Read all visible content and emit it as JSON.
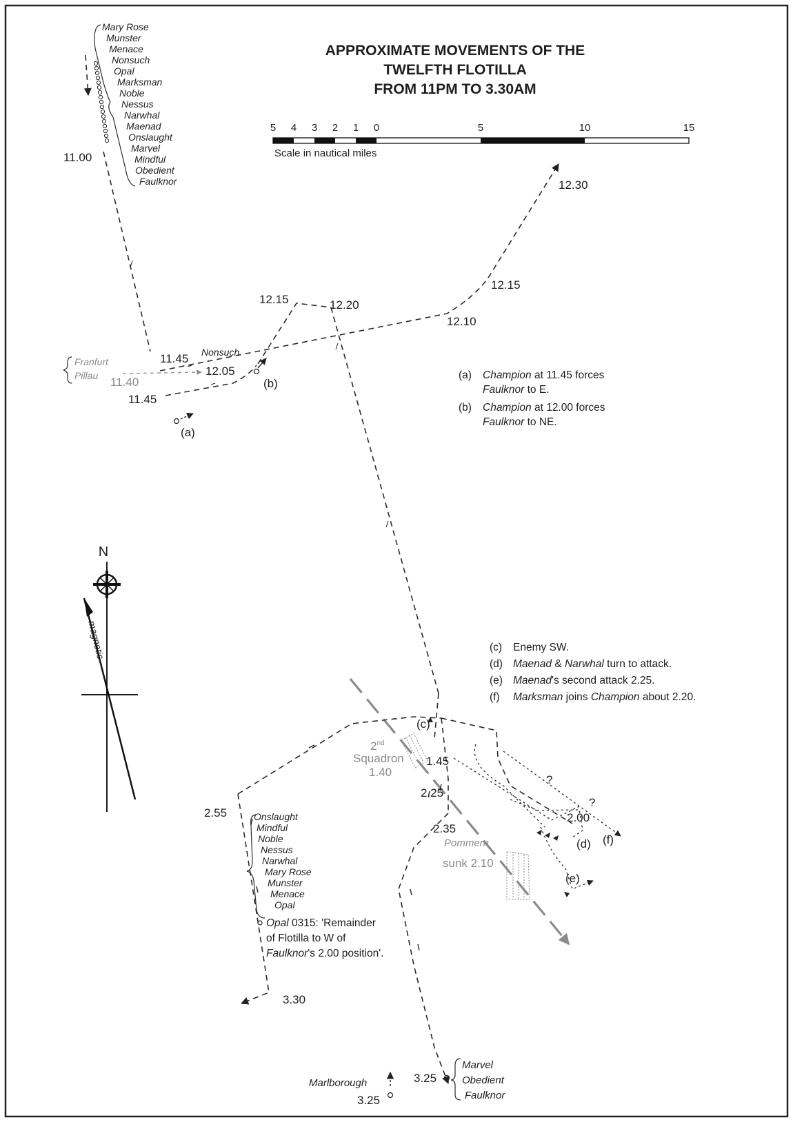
{
  "title": {
    "line1": "APPROXIMATE MOVEMENTS OF THE",
    "line2": "TWELFTH FLOTILLA",
    "line3": "FROM 11PM TO 3.30AM"
  },
  "scale": {
    "caption": "Scale in nautical miles",
    "ticks": [
      "5",
      "4",
      "3",
      "2",
      "1",
      "0",
      "5",
      "10",
      "15"
    ]
  },
  "compass": {
    "north": "N",
    "magnetic": "magnetic"
  },
  "column_start": {
    "ships": [
      "Mary Rose",
      "Munster",
      "Menace",
      "Nonsuch",
      "Opal",
      "Marksman",
      "Noble",
      "Nessus",
      "Narwhal",
      "Maenad",
      "Onslaught",
      "Marvel",
      "Mindful",
      "Obedient",
      "Faulknor"
    ],
    "time": "11.00"
  },
  "enemy_north": {
    "ships": [
      "Franfurt",
      "Pillau"
    ],
    "time": "11.40"
  },
  "times": {
    "t1145a": "11.45",
    "t1145b": "11.45",
    "nonsuch": "Nonsuch",
    "t1205": "12.05",
    "t1215a": "12.15",
    "t1220": "12.20",
    "t1210": "12.10",
    "t1215b": "12.15",
    "t1230": "12.30",
    "t255": "2.55",
    "t145": "1.45",
    "t225": "2.25",
    "t235": "2.35",
    "t200": "2.00",
    "t330": "3.30",
    "t325a": "3.25",
    "t325b": "3.25"
  },
  "markers": {
    "a": "(a)",
    "b": "(b)",
    "c": "(c)",
    "d": "(d)",
    "e": "(e)",
    "f": "(f)",
    "q1": "?",
    "q2": "?"
  },
  "notes_top": [
    {
      "key": "(a)",
      "ship": "Champion",
      "rest": " at 11.45 forces",
      "line2_ship": "Faulknor",
      "line2_rest": " to E."
    },
    {
      "key": "(b)",
      "ship": "Champion",
      "rest": " at 12.00 forces",
      "line2_ship": "Faulknor",
      "line2_rest": " to NE."
    }
  ],
  "notes_bottom": {
    "c": {
      "key": "(c)",
      "text": "Enemy SW."
    },
    "d": {
      "key": "(d)",
      "s1": "Maenad",
      "m": " & ",
      "s2": "Narwhal",
      "rest": " turn to attack."
    },
    "e": {
      "key": "(e)",
      "s1": "Maenad",
      "rest": "'s second attack 2.25."
    },
    "f": {
      "key": "(f)",
      "s1": "Marksman",
      "m": " joins ",
      "s2": "Champion",
      "rest": " about 2.20."
    }
  },
  "squadron": {
    "num": "2",
    "sup": "nd",
    "word": "Squadron",
    "time": "1.40"
  },
  "pommern": {
    "name": "Pommern",
    "sunk": "sunk 2.10"
  },
  "group_sw": {
    "ships": [
      "Onslaught",
      "Mindful",
      "Noble",
      "Nessus",
      "Narwhal",
      "Mary Rose",
      "Munster",
      "Menace",
      "Opal"
    ],
    "signal_ship": "Opal",
    "signal_line1": " 0315: 'Remainder",
    "signal_line2": "of Flotilla to W of",
    "signal_ship2": "Faulknor",
    "signal_line3": "'s 2.00 position'."
  },
  "group_s": {
    "ships": [
      "Marvel",
      "Obedient",
      "Faulknor"
    ]
  },
  "marlborough": "Marlborough"
}
